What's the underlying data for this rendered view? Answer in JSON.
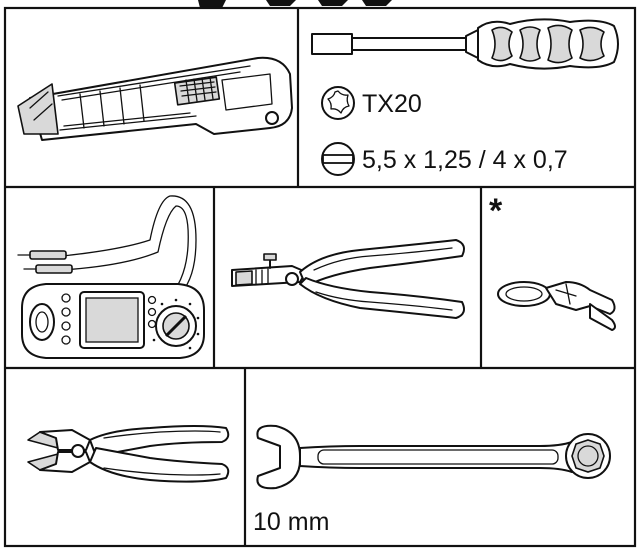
{
  "tools": {
    "torx_label": "TX20",
    "flat_label": "5,5 x 1,25 / 4 x 0,7",
    "wrench_label": "10 mm",
    "footnote_mark": "*"
  },
  "colors": {
    "line": "#111111",
    "background": "#ffffff",
    "fill_grey": "#d9d9d9"
  }
}
